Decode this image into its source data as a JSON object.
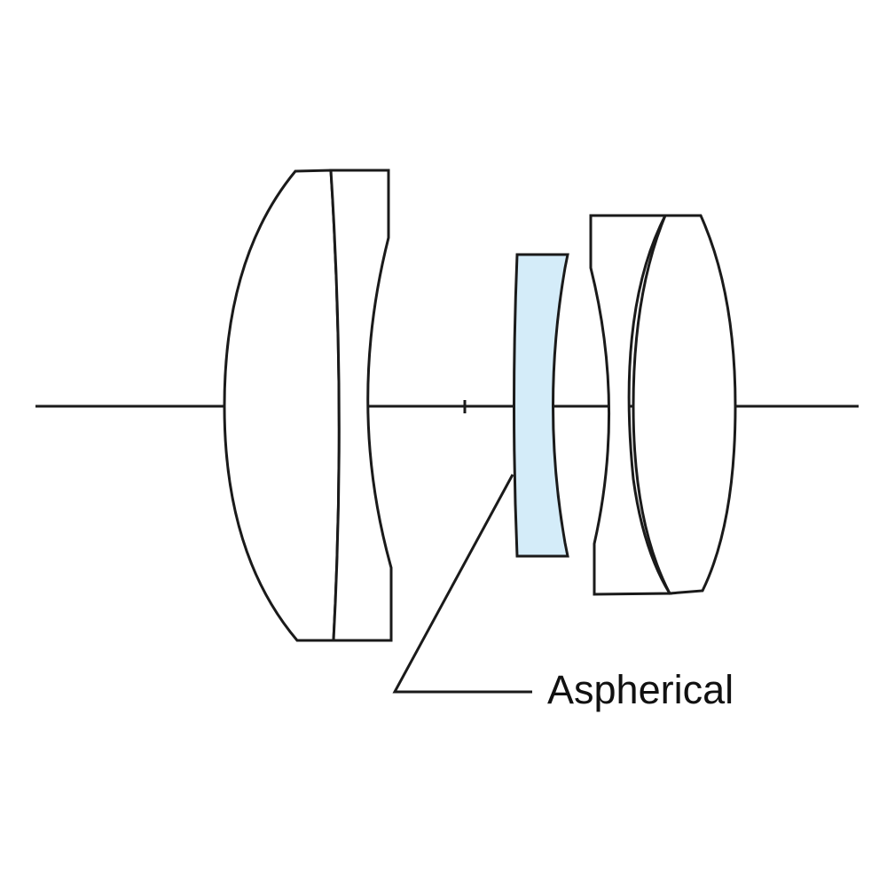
{
  "diagram": {
    "type": "lens-optical-layout",
    "callout_label": "Aspherical",
    "colors": {
      "outline": "#1a1a1a",
      "aspherical_fill": "#d4ecf9",
      "lens_fill": "#ffffff"
    },
    "elements": [
      {
        "id": "element-1",
        "kind": "convex",
        "aspherical": false
      },
      {
        "id": "element-2",
        "kind": "concave-cemented",
        "aspherical": false
      },
      {
        "id": "element-3",
        "kind": "concave",
        "aspherical": true
      },
      {
        "id": "element-4",
        "kind": "concave-cemented",
        "aspherical": false
      },
      {
        "id": "element-5",
        "kind": "biconvex",
        "aspherical": false
      }
    ]
  }
}
